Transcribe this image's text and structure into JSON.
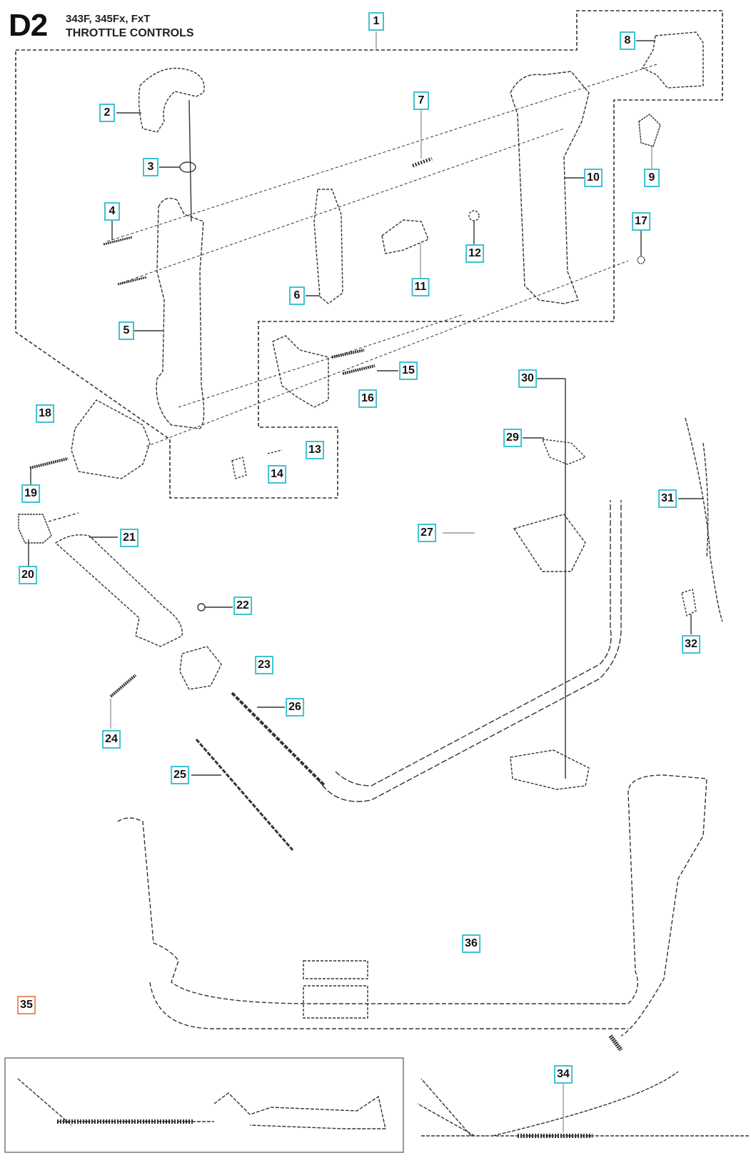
{
  "header": {
    "section_code": "D2",
    "models": "343F, 345Fx, FxT",
    "title": "THROTTLE CONTROLS"
  },
  "colors": {
    "callout_border": "#3ec3d2",
    "callout_border_alt": "#f08a62",
    "line": "#333333"
  },
  "callouts": [
    {
      "id": "1",
      "label": "1"
    },
    {
      "id": "2",
      "label": "2"
    },
    {
      "id": "3",
      "label": "3"
    },
    {
      "id": "4",
      "label": "4"
    },
    {
      "id": "5",
      "label": "5"
    },
    {
      "id": "6",
      "label": "6"
    },
    {
      "id": "7",
      "label": "7"
    },
    {
      "id": "8",
      "label": "8"
    },
    {
      "id": "9",
      "label": "9"
    },
    {
      "id": "10",
      "label": "10"
    },
    {
      "id": "11",
      "label": "11"
    },
    {
      "id": "12",
      "label": "12"
    },
    {
      "id": "13",
      "label": "13"
    },
    {
      "id": "14",
      "label": "14"
    },
    {
      "id": "15",
      "label": "15"
    },
    {
      "id": "16",
      "label": "16"
    },
    {
      "id": "17",
      "label": "17"
    },
    {
      "id": "18",
      "label": "18"
    },
    {
      "id": "19",
      "label": "19"
    },
    {
      "id": "20",
      "label": "20"
    },
    {
      "id": "21",
      "label": "21"
    },
    {
      "id": "22",
      "label": "22"
    },
    {
      "id": "23",
      "label": "23"
    },
    {
      "id": "24",
      "label": "24"
    },
    {
      "id": "25",
      "label": "25"
    },
    {
      "id": "26",
      "label": "26"
    },
    {
      "id": "27",
      "label": "27"
    },
    {
      "id": "29",
      "label": "29"
    },
    {
      "id": "30",
      "label": "30"
    },
    {
      "id": "31",
      "label": "31"
    },
    {
      "id": "32",
      "label": "32"
    },
    {
      "id": "34",
      "label": "34"
    },
    {
      "id": "35",
      "label": "35"
    },
    {
      "id": "36",
      "label": "36"
    }
  ]
}
